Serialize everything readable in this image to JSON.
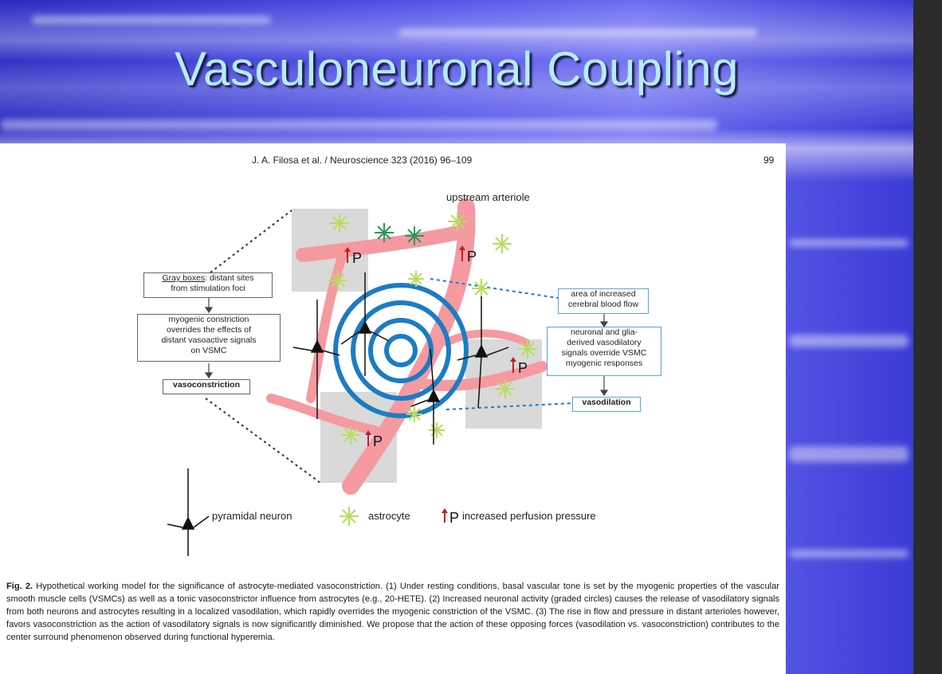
{
  "slide": {
    "title": "Vasculoneuronal Coupling"
  },
  "figure": {
    "citation": "J. A. Filosa et al. / Neuroscience 323 (2016) 96–109",
    "page_number": "99",
    "upstream_label": "upstream arteriole",
    "gray_boxes_label": "Gray boxes",
    "gray_boxes_rest": ": distant sites",
    "gray_boxes_line2": "from stimulation foci",
    "myogenic_line1": "myogenic constriction",
    "myogenic_line2": "overrides the effects of",
    "myogenic_line3": "distant vasoactive signals",
    "myogenic_line4": "on VSMC",
    "vasoconstriction": "vasoconstriction",
    "area_line1": "area of increased",
    "area_line2": "cerebral blood flow",
    "signals_line1": "neuronal and glia-",
    "signals_line2": "derived vasodilatory",
    "signals_line3": "signals override VSMC",
    "signals_line4": "myogenic responses",
    "vasodilation": "vasodilation",
    "p_label": "P",
    "legend": {
      "neuron": "pyramidal neuron",
      "astrocyte": "astrocyte",
      "pressure": "increased perfusion pressure"
    },
    "caption_fig": "Fig. 2.",
    "caption_text": "Hypothetical working model for the significance of astrocyte-mediated vasoconstriction. (1) Under resting conditions, basal vascular tone is set by the myogenic properties of the vascular smooth muscle cells (VSMCs) as well as a tonic vasoconstrictor influence from astrocytes (e.g., 20-HETE). (2) Increased neuronal activity (graded circles) causes the release of vasodilatory signals from both neurons and astrocytes resulting in a localized vasodilation, which rapidly overrides the myogenic constriction of the VSMC. (3) The rise in flow and pressure in distant arterioles however, favors vasoconstriction as the action of vasodilatory signals is now significantly diminished. We propose that the action of these opposing forces (vasodilation vs. vasoconstriction) contributes to the center surround phenomenon observed during functional hyperemia."
  },
  "colors": {
    "vessel": "#f49aa0",
    "ring": "#1b7cc4",
    "astrocyte": "#b8dc5e",
    "astro_green": "#2a9a54",
    "arrow_red": "#c0202a",
    "gray_box": "#d9d9d9"
  }
}
